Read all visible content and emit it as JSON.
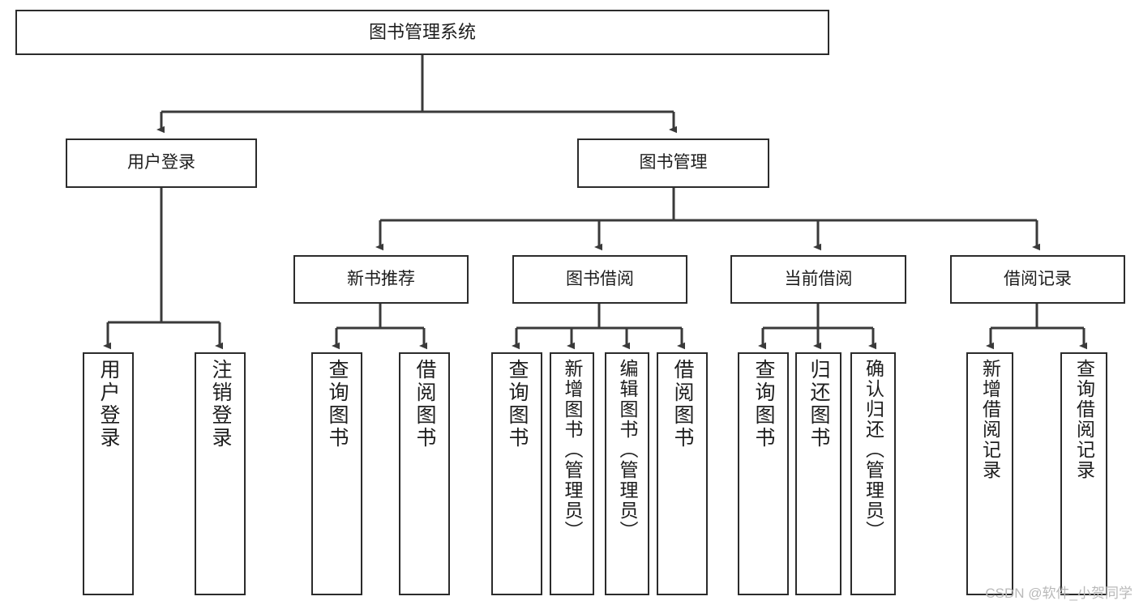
{
  "diagram": {
    "type": "tree-hierarchy",
    "title": "图书管理系统",
    "watermark": "CSDN @软件_小贺同学",
    "colors": {
      "box_border": "#2b2b2b",
      "box_fill": "#ffffff",
      "connector": "#3a3a3a",
      "text": "#1d1d1d",
      "watermark": "#b9b9b9"
    },
    "nodes": {
      "root": {
        "label": "图书管理系统"
      },
      "level2": [
        {
          "id": "user-login",
          "label": "用户登录"
        },
        {
          "id": "book-manage",
          "label": "图书管理"
        }
      ],
      "level3": [
        {
          "id": "new-book-recommend",
          "label": "新书推荐"
        },
        {
          "id": "book-borrow",
          "label": "图书借阅"
        },
        {
          "id": "current-borrow",
          "label": "当前借阅"
        },
        {
          "id": "borrow-record",
          "label": "借阅记录"
        }
      ],
      "leaves": {
        "user-login": [
          {
            "id": "leaf-user-login",
            "label": "用户登录"
          },
          {
            "id": "leaf-user-logout",
            "label": "注销登录"
          }
        ],
        "new-book-recommend": [
          {
            "id": "leaf-query-book-1",
            "label": "查询图书"
          },
          {
            "id": "leaf-borrow-book-1",
            "label": "借阅图书"
          }
        ],
        "book-borrow": [
          {
            "id": "leaf-query-book-2",
            "label": "查询图书"
          },
          {
            "id": "leaf-add-book",
            "label": "新增图书（管理员）"
          },
          {
            "id": "leaf-edit-book",
            "label": "编辑图书（管理员）"
          },
          {
            "id": "leaf-borrow-book-2",
            "label": "借阅图书"
          }
        ],
        "current-borrow": [
          {
            "id": "leaf-query-book-3",
            "label": "查询图书"
          },
          {
            "id": "leaf-return-book",
            "label": "归还图书"
          },
          {
            "id": "leaf-confirm-return",
            "label": "确认归还（管理员）"
          }
        ],
        "borrow-record": [
          {
            "id": "leaf-add-record",
            "label": "新增借阅记录"
          },
          {
            "id": "leaf-query-record",
            "label": "查询借阅记录"
          }
        ]
      }
    }
  }
}
